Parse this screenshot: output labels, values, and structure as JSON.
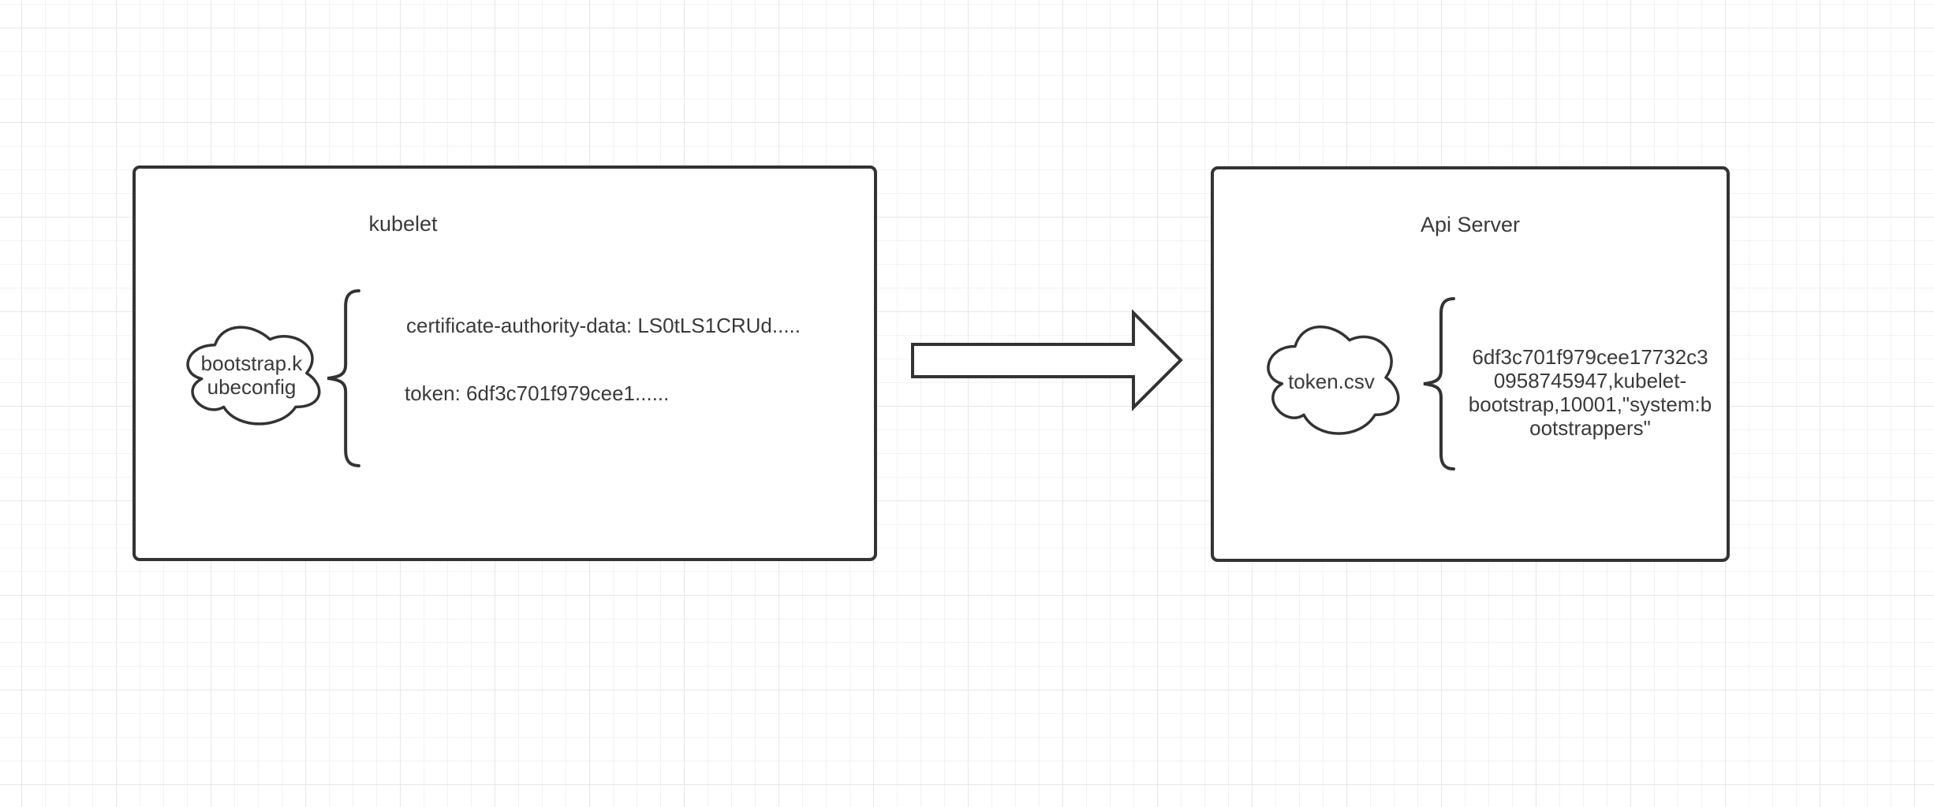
{
  "left_box": {
    "title": "kubelet",
    "cloud_label": "bootstrap.kubeconfig",
    "cloud_label_lines": [
      "bootstrap.k",
      "ubeconfig"
    ],
    "entries": [
      "certificate-authority-data: LS0tLS1CRUd.....",
      "token: 6df3c701f979cee1......"
    ]
  },
  "arrow": {
    "direction": "right"
  },
  "right_box": {
    "title": "Api Server",
    "cloud_label": "token.csv",
    "value": "6df3c701f979cee17732c30958745947,kubelet-bootstrap,10001,\"system:bootstrappers\"",
    "value_lines": [
      "6df3c701f979cee17732c3",
      "0958745947,kubelet-",
      "bootstrap,10001,\"system:b",
      "ootstrappers\""
    ]
  },
  "colors": {
    "stroke": "#333333",
    "text": "#3a3a3a",
    "shape_fill": "#ffffff",
    "background": "#ffffff",
    "grid_minor": "#f2f2f2",
    "grid_major": "#e7e7e7"
  }
}
